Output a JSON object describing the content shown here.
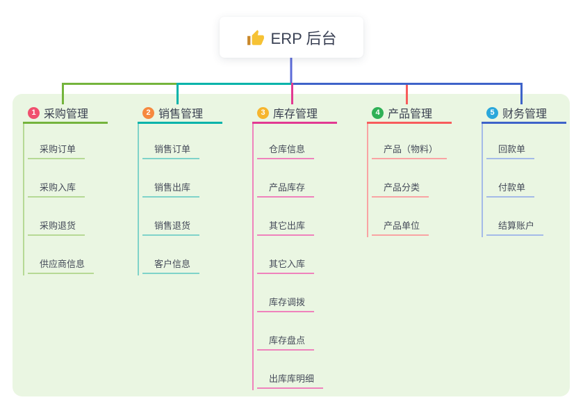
{
  "root": {
    "label": "ERP 后台",
    "icon": "thumbs-up-icon"
  },
  "colors": {
    "panel_bg": "#eaf6e2",
    "root_vertical": "#5c6bd8",
    "branch_lines": [
      "#74b43c",
      "#00b3aa",
      "#e23a92",
      "#f75c5c",
      "#3e63c9"
    ],
    "child_lines": [
      "#b6d995",
      "#7fd3c9",
      "#ef82bc",
      "#f9a3a3",
      "#a4bae8"
    ],
    "badges": [
      "#f0506e",
      "#f6893f",
      "#f6b52e",
      "#2fb156",
      "#2aa7db"
    ],
    "title_text": "#3a4050",
    "child_text": "#454b59"
  },
  "branches": [
    {
      "index": "1",
      "label": "采购管理",
      "children": [
        "采购订单",
        "采购入库",
        "采购退货",
        "供应商信息"
      ]
    },
    {
      "index": "2",
      "label": "销售管理",
      "children": [
        "销售订单",
        "销售出库",
        "销售退货",
        "客户信息"
      ]
    },
    {
      "index": "3",
      "label": "库存管理",
      "children": [
        "仓库信息",
        "产品库存",
        "其它出库",
        "其它入库",
        "库存调拨",
        "库存盘点",
        "出库库明细"
      ]
    },
    {
      "index": "4",
      "label": "产品管理",
      "children": [
        "产品（物料）",
        "产品分类",
        "产品单位"
      ]
    },
    {
      "index": "5",
      "label": "财务管理",
      "children": [
        "回款单",
        "付款单",
        "结算账户"
      ]
    }
  ]
}
